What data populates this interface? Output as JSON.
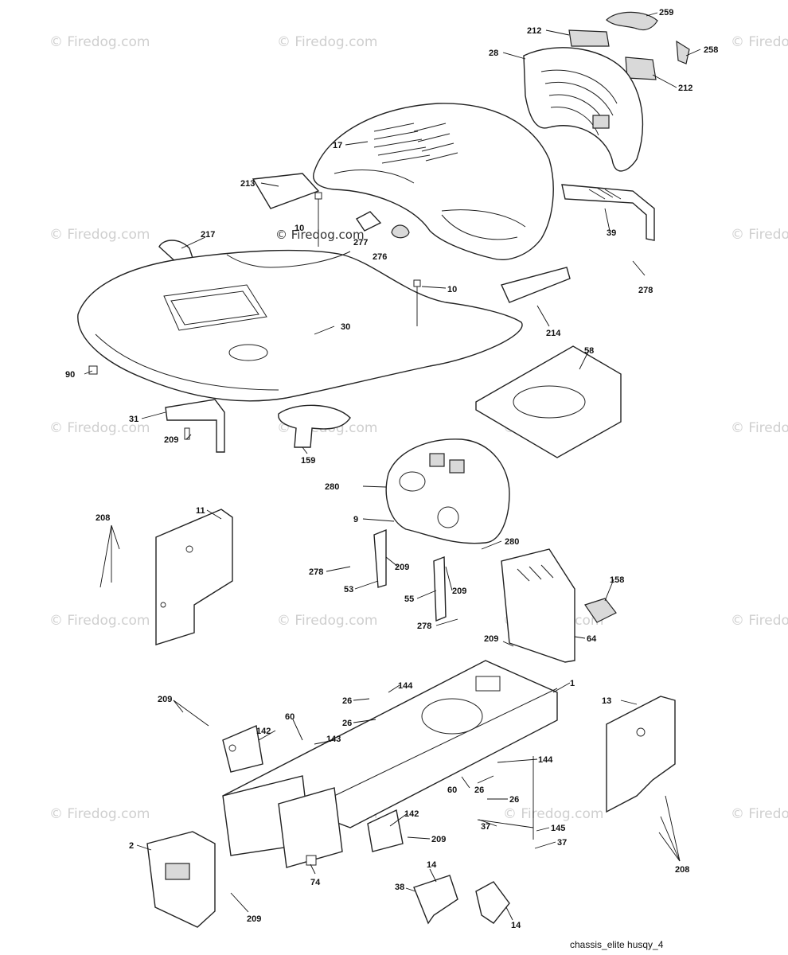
{
  "watermark": "© Firedog.com",
  "center_watermark": "© Firedog.com",
  "caption": "chassis_elite husqy_4",
  "callouts": {
    "c259": "259",
    "c212a": "212",
    "c28": "28",
    "c258": "258",
    "c212b": "212",
    "c17": "17",
    "c213": "213",
    "c10a": "10",
    "c277": "277",
    "c276": "276",
    "c217": "217",
    "c39": "39",
    "c278a": "278",
    "c10b": "10",
    "c30": "30",
    "c214": "214",
    "c90": "90",
    "c58": "58",
    "c31": "31",
    "c209a": "209",
    "c159": "159",
    "c280a": "280",
    "c9": "9",
    "c280b": "280",
    "c208a": "208",
    "c11": "11",
    "c278b": "278",
    "c209b": "209",
    "c53": "53",
    "c55": "55",
    "c209c": "209",
    "c158": "158",
    "c278c": "278",
    "c209d": "209",
    "c64": "64",
    "c144a": "144",
    "c1": "1",
    "c26a": "26",
    "c26b": "26",
    "c209e": "209",
    "c13": "13",
    "c60a": "60",
    "c142a": "142",
    "c143": "143",
    "c144b": "144",
    "c60b": "60",
    "c26c": "26",
    "c26d": "26",
    "c37a": "37",
    "c142b": "142",
    "c145": "145",
    "c209f": "209",
    "c37b": "37",
    "c2": "2",
    "c74": "74",
    "c208b": "208",
    "c14a": "14",
    "c38": "38",
    "c14b": "14",
    "c209g": "209"
  }
}
